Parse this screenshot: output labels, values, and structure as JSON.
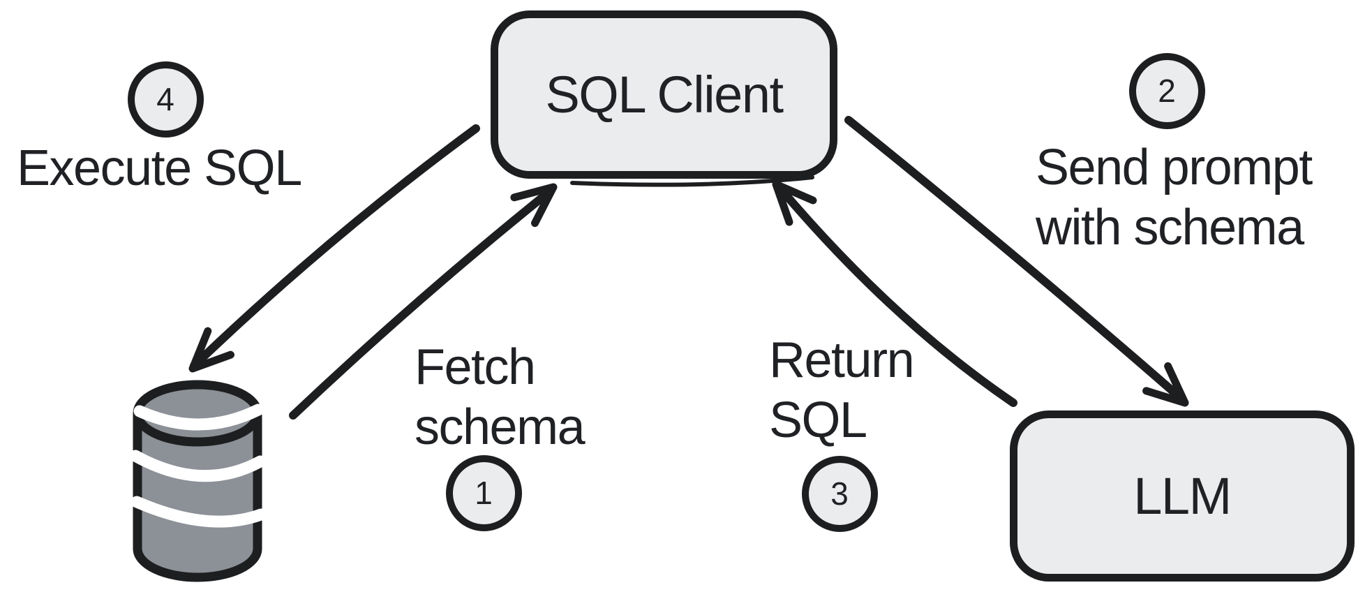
{
  "palette": {
    "bg": "#ffffff",
    "node_fill": "#ebecee",
    "node_border": "#1d1e20",
    "badge_fill": "#ebecee",
    "ink": "#1f2124",
    "db_fill": "#8c9097",
    "db_band": "#ffffff"
  },
  "nodes": {
    "sql_client": {
      "label": "SQL Client"
    },
    "llm": {
      "label": "LLM"
    },
    "database": {
      "icon": "database-cylinder"
    }
  },
  "steps": [
    {
      "number": "1",
      "lines": [
        "Fetch",
        "schema"
      ]
    },
    {
      "number": "2",
      "lines": [
        "Send prompt",
        "with schema"
      ]
    },
    {
      "number": "3",
      "lines": [
        "Return",
        "SQL"
      ]
    },
    {
      "number": "4",
      "lines": [
        "Execute SQL"
      ]
    }
  ],
  "edges": [
    {
      "step": "1",
      "from": "database",
      "to": "sql_client",
      "label": "Fetch schema"
    },
    {
      "step": "2",
      "from": "sql_client",
      "to": "llm",
      "label": "Send prompt with schema"
    },
    {
      "step": "3",
      "from": "llm",
      "to": "sql_client",
      "label": "Return SQL"
    },
    {
      "step": "4",
      "from": "sql_client",
      "to": "database",
      "label": "Execute SQL"
    }
  ]
}
